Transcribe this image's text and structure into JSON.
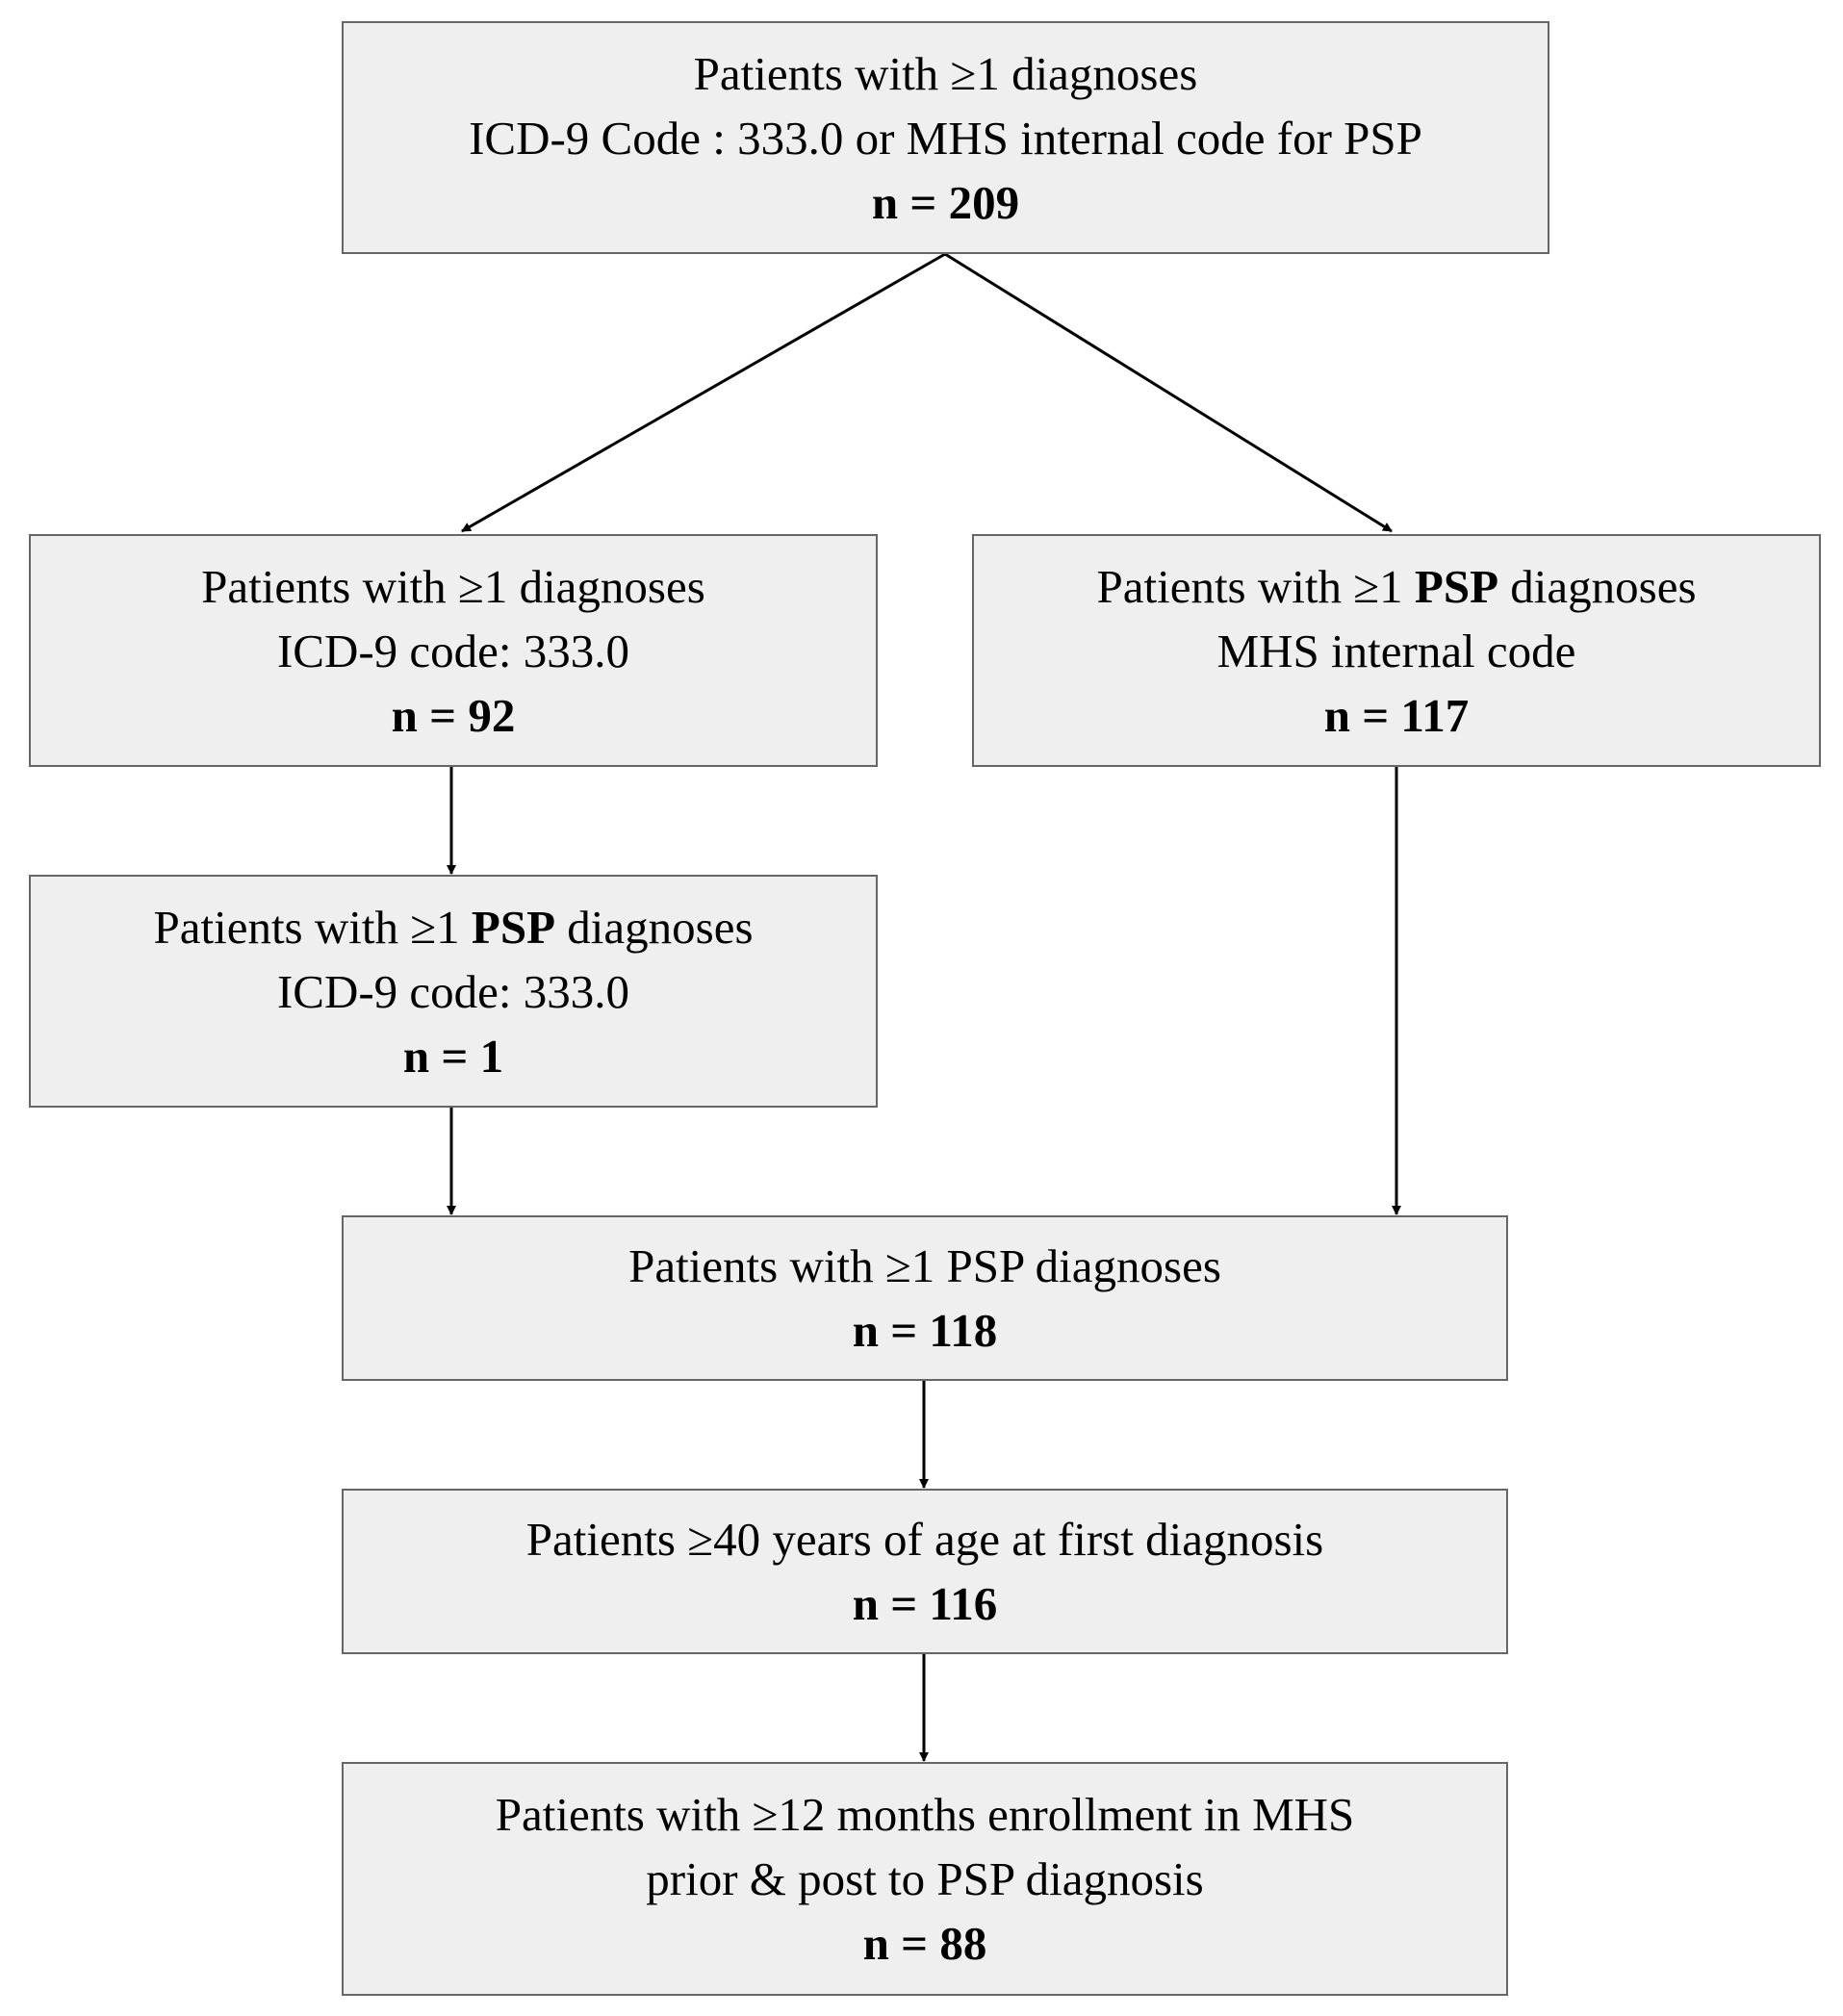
{
  "boxes": {
    "all_diagnoses": {
      "line1": "Patients with ≥1 diagnoses",
      "line2": "ICD-9 Code : 333.0 or MHS internal code for PSP",
      "count": "n = 209"
    },
    "icd9_diagnoses": {
      "line1": "Patients with ≥1 diagnoses",
      "line2": "ICD-9 code: 333.0",
      "count": "n = 92"
    },
    "mhs_psp": {
      "line1_pre": "Patients with ≥1 ",
      "line1_bold": "PSP",
      "line1_post": " diagnoses",
      "line2": "MHS internal code",
      "count": "n = 117"
    },
    "icd9_psp": {
      "line1_pre": "Patients with ≥1 ",
      "line1_bold": "PSP",
      "line1_post": " diagnoses",
      "line2": "ICD-9 code: 333.0",
      "count": "n = 1"
    },
    "psp_diagnoses": {
      "line1": "Patients with ≥1 PSP diagnoses",
      "count": "n = 118"
    },
    "age_40": {
      "line1": "Patients ≥40 years of age at first diagnosis",
      "count": "n = 116"
    },
    "enrollment": {
      "line1": "Patients with ≥12 months enrollment in MHS",
      "line2": "prior & post to PSP diagnosis",
      "count": "n = 88"
    }
  },
  "colors": {
    "box_fill": "#efefef",
    "box_border": "#666666",
    "arrow": "#000000"
  }
}
